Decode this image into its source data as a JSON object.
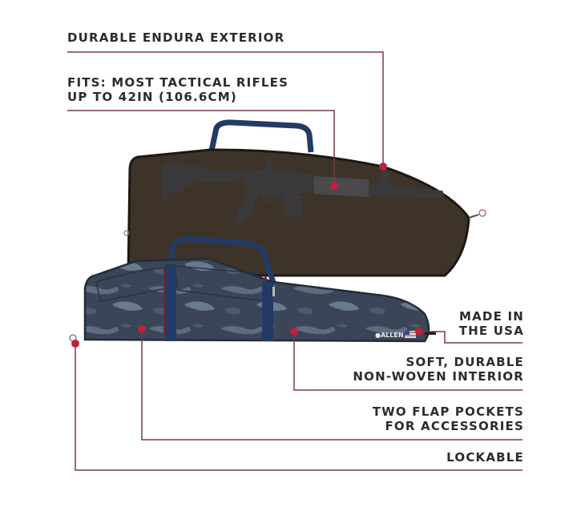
{
  "infographic": {
    "product": "Rifle case pair (brown tactical case and blue camo case)",
    "brand_logo_text": "ALLEN",
    "colors": {
      "text": "#2b2b30",
      "callout_line": "#7a3a48",
      "callout_dot": "#c0203a",
      "brown_case": "#3e3329",
      "brown_case_edge": "#1c1814",
      "handle_blue": "#243a66",
      "camo_base": "#3a4658",
      "camo_light": "#6a7a8e",
      "rifle": "#3a3a3c"
    },
    "callouts": [
      {
        "id": "exterior",
        "lines": [
          "DURABLE ENDURA EXTERIOR"
        ]
      },
      {
        "id": "fits",
        "lines": [
          "FITS: MOST TACTICAL RIFLES",
          "UP TO 42IN (106.6CM)"
        ]
      },
      {
        "id": "usa",
        "lines": [
          "MADE IN",
          "THE USA"
        ]
      },
      {
        "id": "interior",
        "lines": [
          "SOFT, DURABLE",
          "NON-WOVEN INTERIOR"
        ]
      },
      {
        "id": "pockets",
        "lines": [
          "TWO FLAP POCKETS",
          "FOR ACCESSORIES"
        ]
      },
      {
        "id": "lockable",
        "lines": [
          "LOCKABLE"
        ]
      }
    ]
  }
}
